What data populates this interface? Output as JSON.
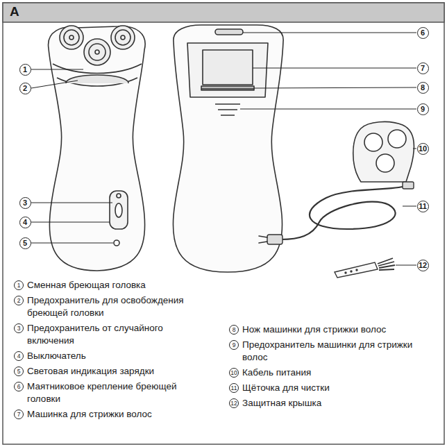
{
  "diagram": {
    "title": "A",
    "labels": [
      "1",
      "2",
      "3",
      "4",
      "5",
      "6",
      "7",
      "8",
      "9",
      "10",
      "11",
      "12",
      "1",
      "Сменная бреющая головка",
      "2",
      "Предохранитель для освобождения бреющей головки",
      "3",
      "Предохранитель от случайного включения",
      "4",
      "Выключатель",
      "5",
      "Световая индикация зарядки",
      "6",
      "Маятниковое крепление бреющей головки",
      "7",
      "Машинка для стрижки волос",
      "8",
      "Нож машинки для стрижки волос",
      "9",
      "Предохранитель машинки для стрижки волос",
      "10",
      "Кабель питания",
      "11",
      "Щёточка для чистки",
      "12",
      "Защитная крышка"
    ]
  }
}
